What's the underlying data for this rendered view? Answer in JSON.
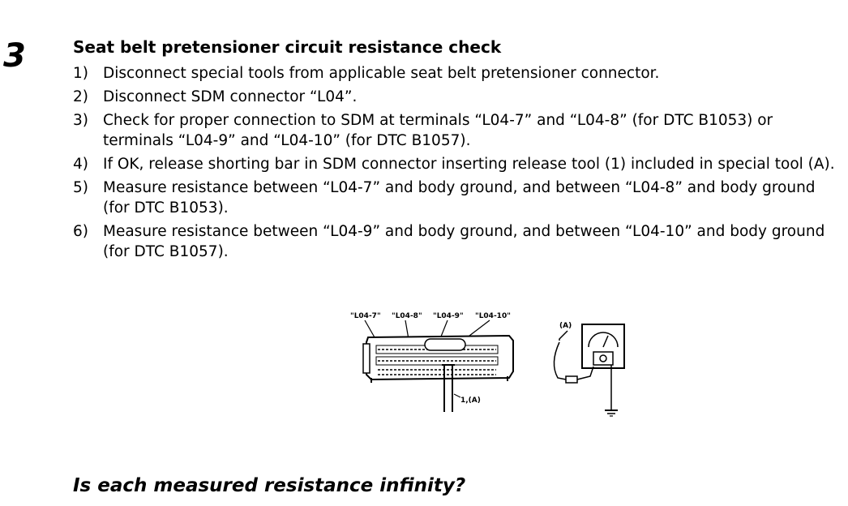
{
  "step": {
    "number": "3",
    "title": "Seat belt pretensioner circuit resistance check"
  },
  "instructions": [
    {
      "num": "1)",
      "text": "Disconnect special tools from applicable seat belt pretensioner connector."
    },
    {
      "num": "2)",
      "text": "Disconnect SDM connector “L04”."
    },
    {
      "num": "3)",
      "text": "Check for proper connection to SDM at terminals “L04-7” and “L04-8” (for DTC B1053) or terminals “L04-9” and “L04-10” (for DTC B1057)."
    },
    {
      "num": "4)",
      "text": "If OK, release shorting bar in SDM connector inserting release tool (1) included in special tool (A)."
    },
    {
      "num": "5)",
      "text": "Measure resistance between “L04-7” and body ground, and between “L04-8” and body ground (for DTC B1053)."
    },
    {
      "num": "6)",
      "text": "Measure resistance between “L04-9” and body ground, and between “L04-10” and body ground (for DTC B1057)."
    }
  ],
  "figure": {
    "terminal_labels": [
      "\"L04-7\"",
      "\"L04-8\"",
      "\"L04-9\"",
      "\"L04-10\""
    ],
    "tool_label": "(A)",
    "release_tool_label": "1,(A)"
  },
  "question": "Is each measured resistance infinity?"
}
